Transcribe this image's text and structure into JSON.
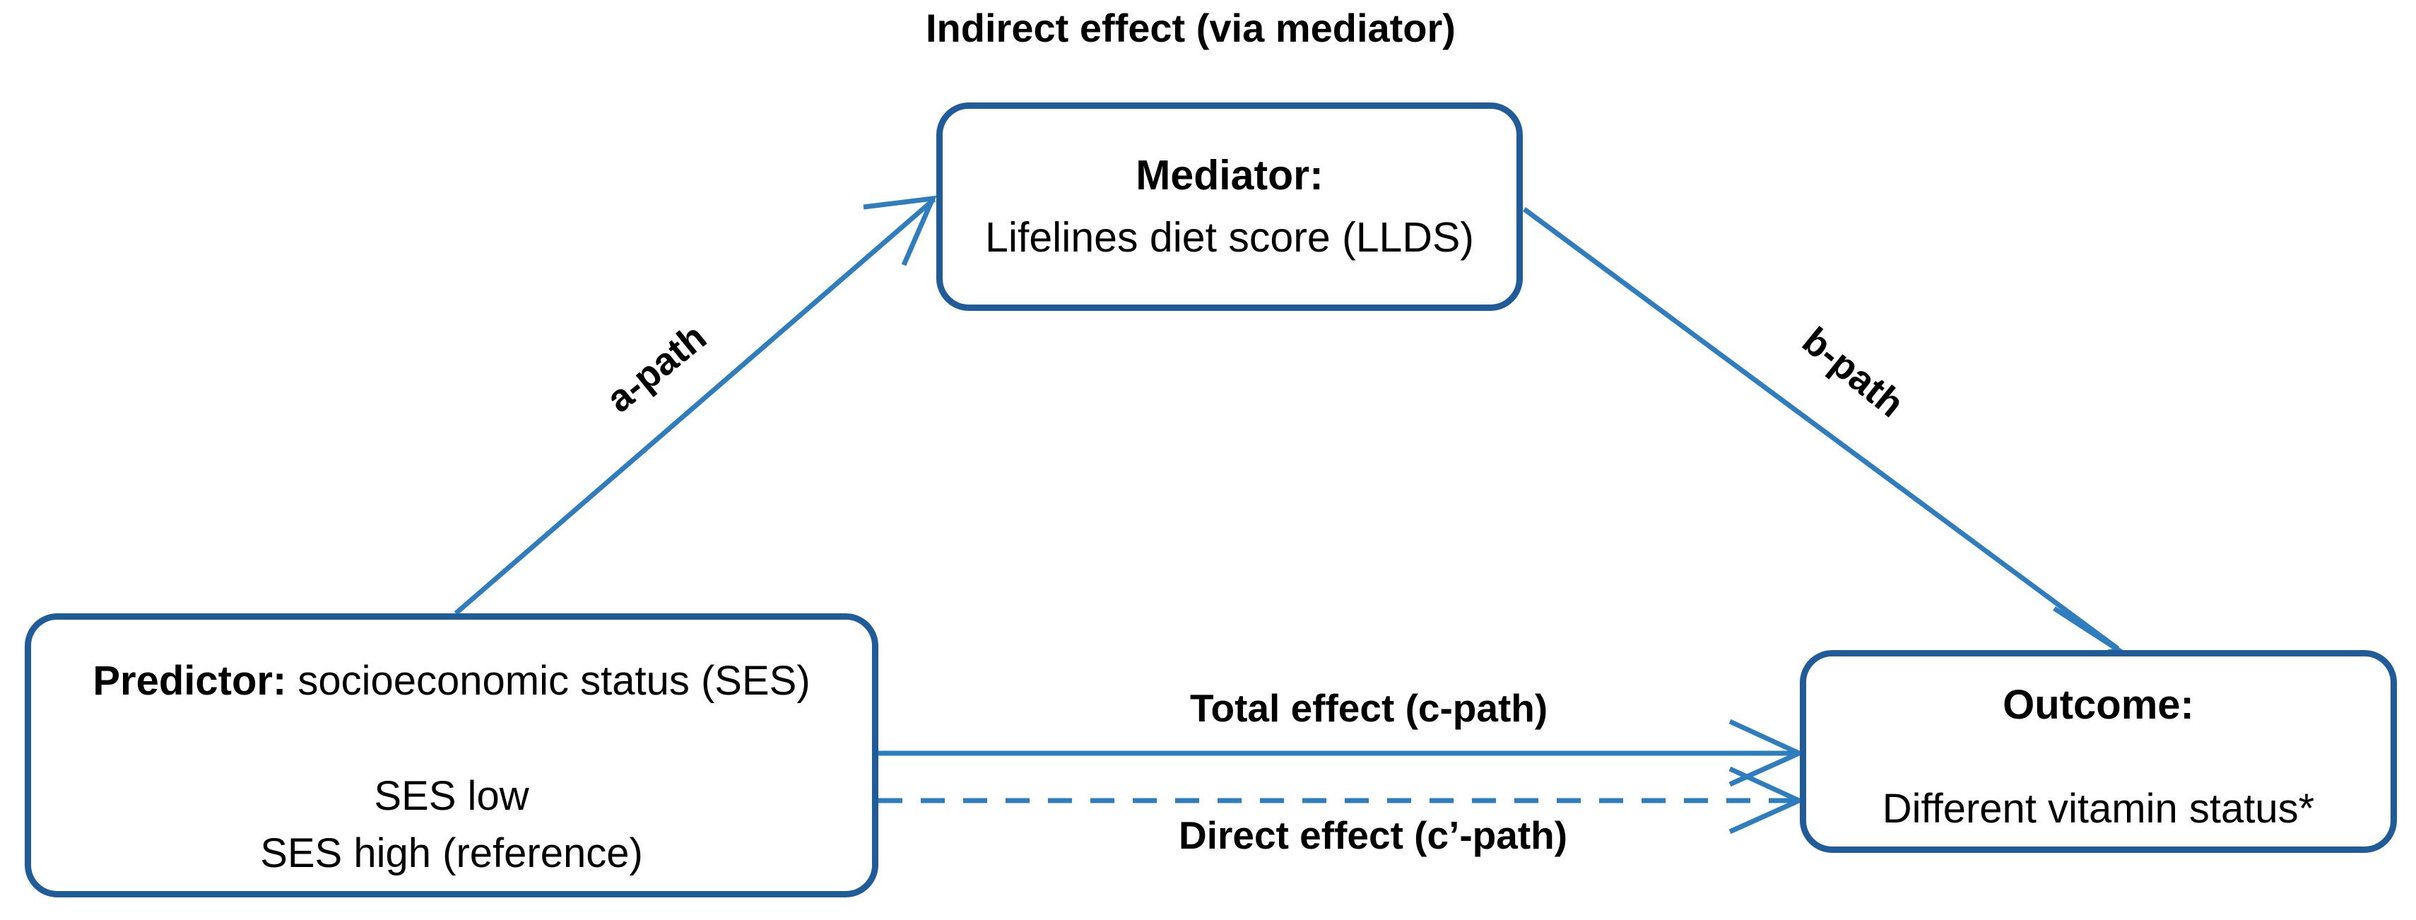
{
  "diagram": {
    "title_label": "Indirect effect (via mediator)",
    "nodes": {
      "mediator": {
        "heading": "Mediator:",
        "body": "Lifelines diet score (LLDS)"
      },
      "predictor": {
        "heading_bold": "Predictor:",
        "heading_rest": " socioeconomic status (SES)",
        "level_low": "SES low",
        "level_high": "SES high (reference)"
      },
      "outcome": {
        "heading": "Outcome:",
        "body": "Different vitamin status*"
      }
    },
    "edges": {
      "a_path": "a-path",
      "b_path": "b-path",
      "total_effect": "Total effect (c-path)",
      "direct_effect": "Direct effect (c’-path)"
    },
    "colors": {
      "box_border": "#1F5C99",
      "arrow": "#2E7EBF",
      "text": "#000000",
      "background": "#FFFFFF"
    }
  },
  "chart_data": {
    "type": "diagram",
    "diagram_kind": "mediation-path-model",
    "title": "Indirect effect (via mediator)",
    "nodes": [
      {
        "id": "predictor",
        "role": "Predictor",
        "label": "Predictor: socioeconomic status (SES)",
        "levels": [
          "SES low",
          "SES high (reference)"
        ]
      },
      {
        "id": "mediator",
        "role": "Mediator",
        "label": "Mediator: Lifelines diet score (LLDS)"
      },
      {
        "id": "outcome",
        "role": "Outcome",
        "label": "Outcome: Different vitamin status*"
      }
    ],
    "edges": [
      {
        "from": "predictor",
        "to": "mediator",
        "label": "a-path",
        "style": "solid",
        "arrow": true
      },
      {
        "from": "mediator",
        "to": "outcome",
        "label": "b-path",
        "style": "solid",
        "arrow": true
      },
      {
        "from": "predictor",
        "to": "outcome",
        "label": "Total effect (c-path)",
        "style": "solid",
        "arrow": true
      },
      {
        "from": "predictor",
        "to": "outcome",
        "label": "Direct effect (c’-path)",
        "style": "dashed",
        "arrow": true
      }
    ],
    "annotations": [
      "Indirect effect (via mediator)"
    ]
  }
}
